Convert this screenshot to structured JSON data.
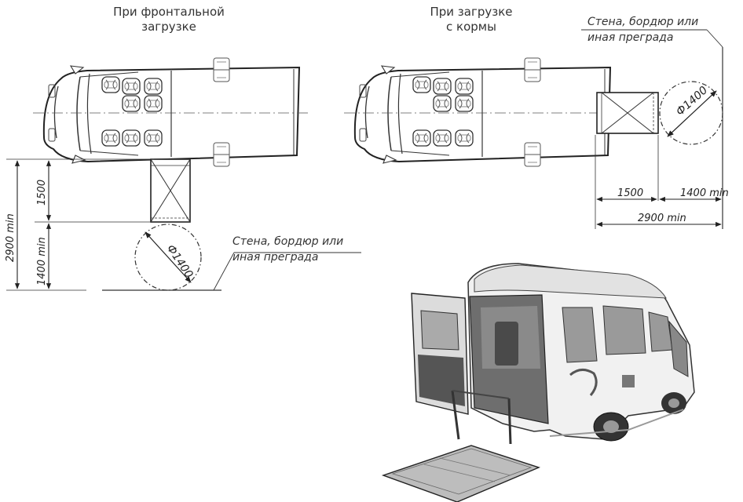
{
  "left_diagram": {
    "caption_line1": "При фронтальной",
    "caption_line2": "загрузке",
    "obstacle_line1": "Стена, бордюр или",
    "obstacle_line2": "иная преграда",
    "dim_ramp": "1500",
    "dim_turn": "1400 min",
    "dim_total": "2900 min",
    "circle_label": "Ф1400"
  },
  "right_diagram": {
    "caption_line1": "При загрузке",
    "caption_line2": "с кормы",
    "obstacle_line1": "Стена, бордюр или",
    "obstacle_line2": "иная преграда",
    "dim_ramp": "1500",
    "dim_turn": "1400 min",
    "dim_total": "2900 min",
    "circle_label": "Ф1400"
  }
}
